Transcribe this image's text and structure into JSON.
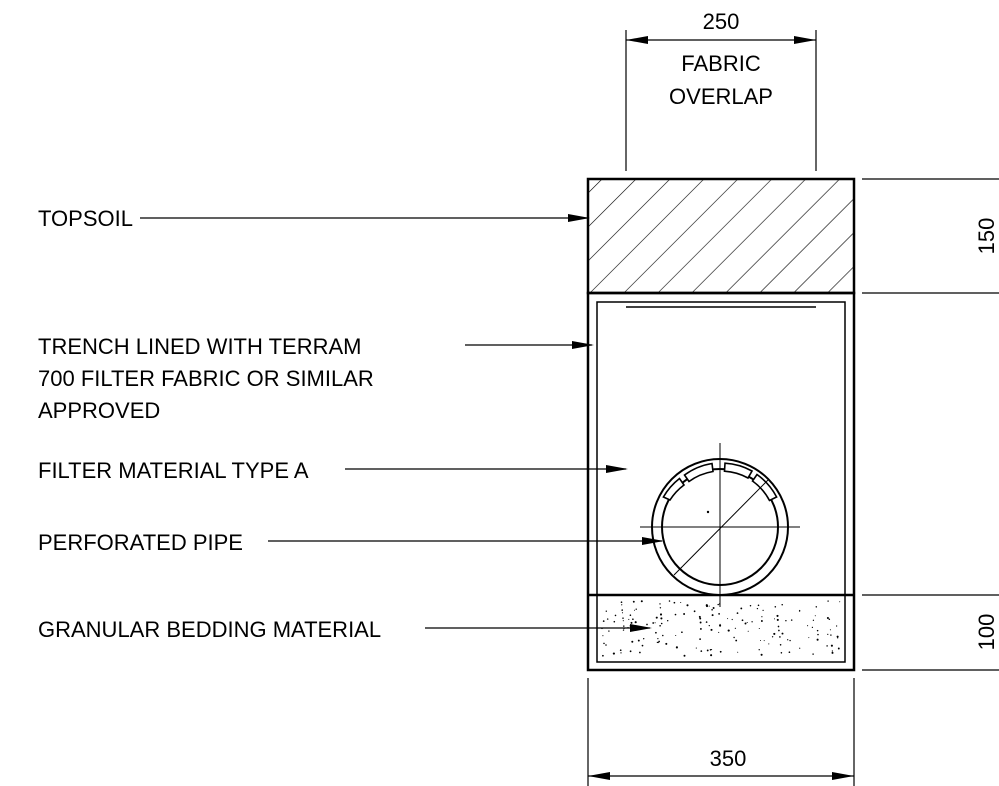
{
  "labels": {
    "topsoil": "TOPSOIL",
    "trench_line1": "TRENCH LINED WITH TERRAM",
    "trench_line2": "700 FILTER FABRIC OR SIMILAR",
    "trench_line3": "APPROVED",
    "filter_material": "FILTER MATERIAL TYPE A",
    "perforated_pipe": "PERFORATED PIPE",
    "granular_bedding": "GRANULAR BEDDING MATERIAL"
  },
  "dimensions": {
    "fabric_overlap_value": "250",
    "fabric_overlap_line1": "FABRIC",
    "fabric_overlap_line2": "OVERLAP",
    "topsoil_depth": "150",
    "bedding_depth": "100",
    "trench_width": "350"
  },
  "colors": {
    "line": "#000000",
    "background": "#ffffff"
  }
}
